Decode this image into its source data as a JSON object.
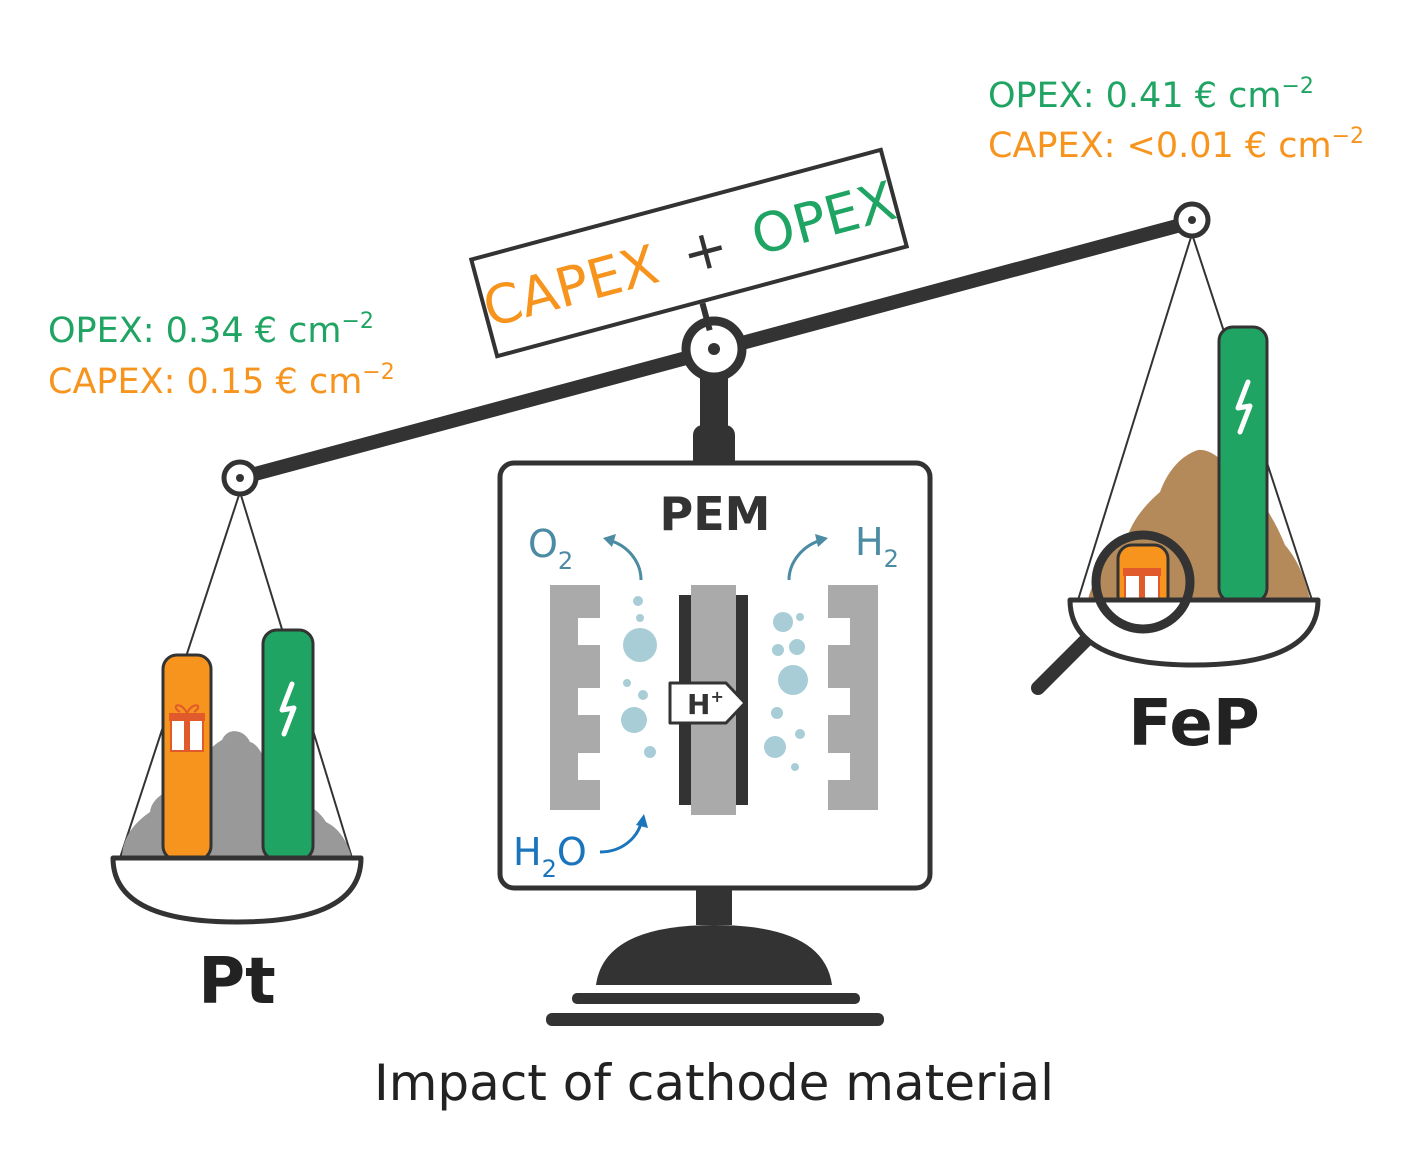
{
  "colors": {
    "green": "#1fa463",
    "orange": "#f7941d",
    "blue": "#1b75bc",
    "teal": "#4b8ba3",
    "dark": "#333333",
    "grey": "#aaaaaa",
    "lightgrey": "#c8c8c8",
    "brown": "#b58a5b",
    "bubble": "#a8cdd6"
  },
  "balance_label": {
    "capex": "CAPEX",
    "plus": "+",
    "opex": "OPEX"
  },
  "left_pan": {
    "material": "Pt",
    "opex_label": "OPEX: 0.34 € cm",
    "opex_exp": "−2",
    "capex_label": "CAPEX: 0.15 € cm",
    "capex_exp": "−2"
  },
  "right_pan": {
    "material": "FeP",
    "opex_label": "OPEX: 0.41 € cm",
    "opex_exp": "−2",
    "capex_label": "CAPEX: <0.01 € cm",
    "capex_exp": "−2"
  },
  "cell": {
    "title": "PEM",
    "o2": "O",
    "o2_sub": "2",
    "h2": "H",
    "h2_sub": "2",
    "h2o_h": "H",
    "h2o_sub": "2",
    "h2o_o": "O",
    "proton": "H",
    "proton_sup": "+"
  },
  "caption": "Impact of cathode material"
}
